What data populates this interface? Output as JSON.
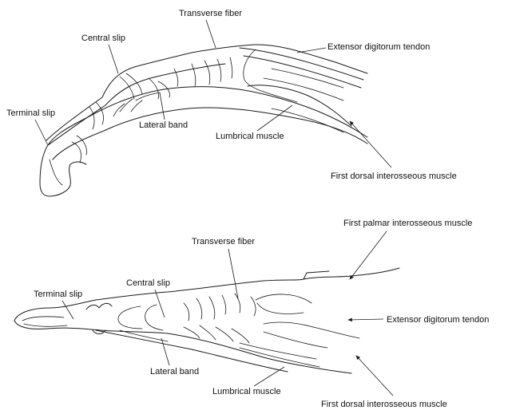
{
  "top_diagram": {
    "labels": {
      "transverse_fiber": "Transverse fiber",
      "central_slip": "Central slip",
      "extensor_digitorum_tendon": "Extensor digitorum tendon",
      "terminal_slip": "Terminal slip",
      "lateral_band": "Lateral band",
      "lumbrical_muscle": "Lumbrical muscle",
      "first_dorsal_interosseous": "First dorsal interosseous muscle"
    }
  },
  "bottom_diagram": {
    "labels": {
      "first_palmar_interosseous": "First palmar interosseous muscle",
      "transverse_fiber": "Transverse fiber",
      "central_slip": "Central slip",
      "terminal_slip": "Terminal slip",
      "extensor_digitorum_tendon": "Extensor digitorum tendon",
      "lateral_band": "Lateral band",
      "lumbrical_muscle": "Lumbrical muscle",
      "first_dorsal_interosseous": "First dorsal interosseous muscle"
    }
  }
}
